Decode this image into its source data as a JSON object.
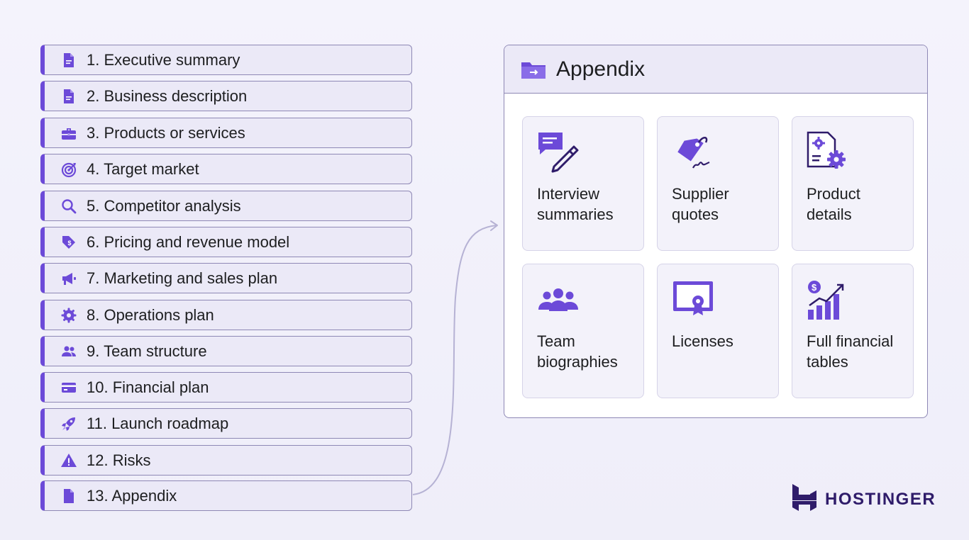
{
  "sections": [
    {
      "label": "1. Executive summary",
      "icon": "document-icon"
    },
    {
      "label": "2. Business description",
      "icon": "document-icon"
    },
    {
      "label": "3. Products or services",
      "icon": "briefcase-icon"
    },
    {
      "label": "4. Target market",
      "icon": "target-icon"
    },
    {
      "label": "5. Competitor analysis",
      "icon": "search-icon"
    },
    {
      "label": "6. Pricing and revenue model",
      "icon": "price-tag-icon"
    },
    {
      "label": "7. Marketing and sales plan",
      "icon": "megaphone-icon"
    },
    {
      "label": "8. Operations plan",
      "icon": "gear-icon"
    },
    {
      "label": "9. Team structure",
      "icon": "team-icon"
    },
    {
      "label": "10. Financial plan",
      "icon": "credit-card-icon"
    },
    {
      "label": "11. Launch roadmap",
      "icon": "rocket-icon"
    },
    {
      "label": "12. Risks",
      "icon": "warning-icon"
    },
    {
      "label": "13. Appendix",
      "icon": "document-icon"
    }
  ],
  "appendix": {
    "title": "Appendix",
    "icon": "folder-icon",
    "cards": [
      {
        "label": "Interview summaries",
        "icon": "chat-pencil-icon"
      },
      {
        "label": "Supplier quotes",
        "icon": "tag-signature-icon"
      },
      {
        "label": "Product details",
        "icon": "document-gears-icon"
      },
      {
        "label": "Team biographies",
        "icon": "people-icon"
      },
      {
        "label": "Licenses",
        "icon": "certificate-icon"
      },
      {
        "label": "Full financial tables",
        "icon": "growth-chart-icon"
      }
    ]
  },
  "brand": {
    "name": "HOSTINGER",
    "icon": "hostinger-logo-icon"
  },
  "colors": {
    "accent": "#6c4ad8",
    "border": "#8e88b5",
    "item_bg": "#ebe9f7",
    "brand": "#2f1c6a"
  }
}
